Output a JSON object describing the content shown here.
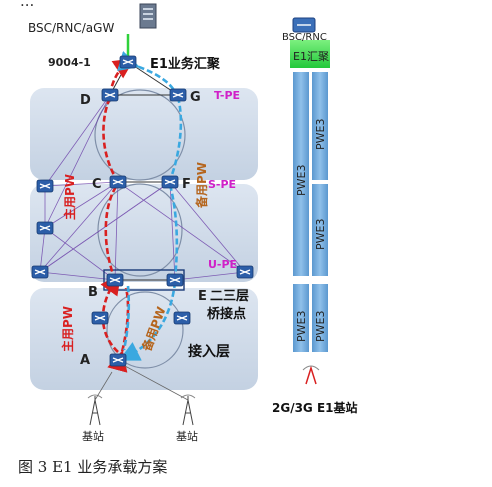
{
  "top_text": "...",
  "labels": {
    "gateway": "BSC/RNC/aGW",
    "gateway_right": "BSC/RNC",
    "node_id": "9004-1",
    "e1_aggregation": "E1业务汇聚",
    "e1_aggregation_right": "E1汇聚",
    "node_d": "D",
    "node_g": "G",
    "node_c": "C",
    "node_f": "F",
    "node_b": "B",
    "node_e": "E",
    "node_a": "A",
    "t_pe": "T-PE",
    "s_pe": "S-PE",
    "u_pe": "U-PE",
    "primary_pw_top": "主用PW",
    "backup_pw_top": "备用PW",
    "primary_pw_bottom": "主用PW",
    "backup_pw_bottom": "备用PW",
    "bridge_point": "二三层\n桥接点",
    "bridge_line1": "二三层",
    "bridge_line2": "桥接点",
    "access_layer": "接入层",
    "base_station_left": "基站",
    "base_station_right": "基站",
    "base_station_type": "2G/3G E1基站",
    "pwe3": "PWE3",
    "caption": "图 3   E1 业务承载方案"
  },
  "colors": {
    "primary_pw": "#d92020",
    "backup_pw": "#3aa8e0",
    "backup_pw_label": "#b5651d",
    "pe_label": "#d020c8",
    "layer_band": "#c9d6e6",
    "pwe3_bar": "#6ea8d8",
    "aggregation_green": "#3be04a",
    "router_blue": "#2c5ea8"
  }
}
